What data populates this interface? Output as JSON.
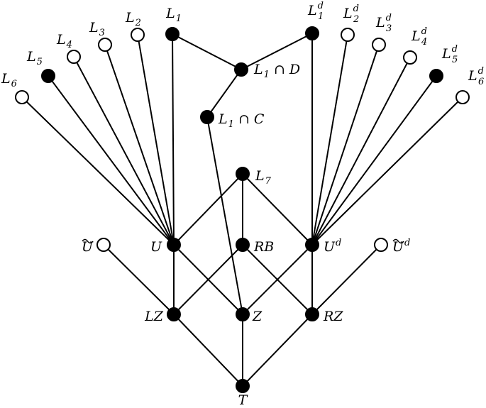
{
  "nodes": [
    {
      "id": "L1",
      "filled": true,
      "label": {
        "base": "L",
        "sub": "1"
      }
    },
    {
      "id": "L2",
      "filled": false,
      "label": {
        "base": "L",
        "sub": "2"
      }
    },
    {
      "id": "L3",
      "filled": false,
      "label": {
        "base": "L",
        "sub": "3"
      }
    },
    {
      "id": "L4",
      "filled": false,
      "label": {
        "base": "L",
        "sub": "4"
      }
    },
    {
      "id": "L5",
      "filled": true,
      "label": {
        "base": "L",
        "sub": "5"
      }
    },
    {
      "id": "L6",
      "filled": false,
      "label": {
        "base": "L",
        "sub": "6"
      }
    },
    {
      "id": "L1d",
      "filled": true,
      "label": {
        "base": "L",
        "sub": "1",
        "sup": "d"
      }
    },
    {
      "id": "L2d",
      "filled": false,
      "label": {
        "base": "L",
        "sub": "2",
        "sup": "d"
      }
    },
    {
      "id": "L3d",
      "filled": false,
      "label": {
        "base": "L",
        "sub": "3",
        "sup": "d"
      }
    },
    {
      "id": "L4d",
      "filled": false,
      "label": {
        "base": "L",
        "sub": "4",
        "sup": "d"
      }
    },
    {
      "id": "L5d",
      "filled": true,
      "label": {
        "base": "L",
        "sub": "5",
        "sup": "d"
      }
    },
    {
      "id": "L6d",
      "filled": false,
      "label": {
        "base": "L",
        "sub": "6",
        "sup": "d"
      }
    },
    {
      "id": "L1D",
      "filled": true,
      "label": {
        "base": "L",
        "sub": "1",
        "after": " ∩ D"
      }
    },
    {
      "id": "L1C",
      "filled": true,
      "label": {
        "base": "L",
        "sub": "1",
        "after": " ∩ C"
      }
    },
    {
      "id": "L7",
      "filled": true,
      "label": {
        "base": "L",
        "sub": "7"
      }
    },
    {
      "id": "U",
      "filled": true,
      "label": {
        "base": "U"
      }
    },
    {
      "id": "RB",
      "filled": true,
      "label": {
        "base": "RB"
      }
    },
    {
      "id": "Ud",
      "filled": true,
      "label": {
        "base": "U",
        "sup": "d"
      }
    },
    {
      "id": "Ut",
      "filled": false,
      "label": {
        "base": "U",
        "tilde": true
      }
    },
    {
      "id": "Utd",
      "filled": false,
      "label": {
        "base": "U",
        "tilde": true,
        "sup": "d"
      }
    },
    {
      "id": "LZ",
      "filled": true,
      "label": {
        "base": "LZ"
      }
    },
    {
      "id": "Z",
      "filled": true,
      "label": {
        "base": "Z"
      }
    },
    {
      "id": "RZ",
      "filled": true,
      "label": {
        "base": "RZ"
      }
    },
    {
      "id": "T",
      "filled": true,
      "label": {
        "base": "T"
      }
    }
  ],
  "edges": [
    [
      "L1",
      "U"
    ],
    [
      "L2",
      "U"
    ],
    [
      "L3",
      "U"
    ],
    [
      "L4",
      "U"
    ],
    [
      "L5",
      "U"
    ],
    [
      "L6",
      "U"
    ],
    [
      "L1d",
      "Ud"
    ],
    [
      "L2d",
      "Ud"
    ],
    [
      "L3d",
      "Ud"
    ],
    [
      "L4d",
      "Ud"
    ],
    [
      "L5d",
      "Ud"
    ],
    [
      "L6d",
      "Ud"
    ],
    [
      "L1",
      "L1D"
    ],
    [
      "L1d",
      "L1D"
    ],
    [
      "L1D",
      "L1C"
    ],
    [
      "L1C",
      "Z"
    ],
    [
      "L7",
      "U"
    ],
    [
      "L7",
      "RB"
    ],
    [
      "L7",
      "Ud"
    ],
    [
      "U",
      "LZ"
    ],
    [
      "U",
      "Z"
    ],
    [
      "RB",
      "LZ"
    ],
    [
      "RB",
      "RZ"
    ],
    [
      "Ud",
      "Z"
    ],
    [
      "Ud",
      "RZ"
    ],
    [
      "Ut",
      "LZ"
    ],
    [
      "Utd",
      "RZ"
    ],
    [
      "LZ",
      "T"
    ],
    [
      "Z",
      "T"
    ],
    [
      "RZ",
      "T"
    ]
  ]
}
